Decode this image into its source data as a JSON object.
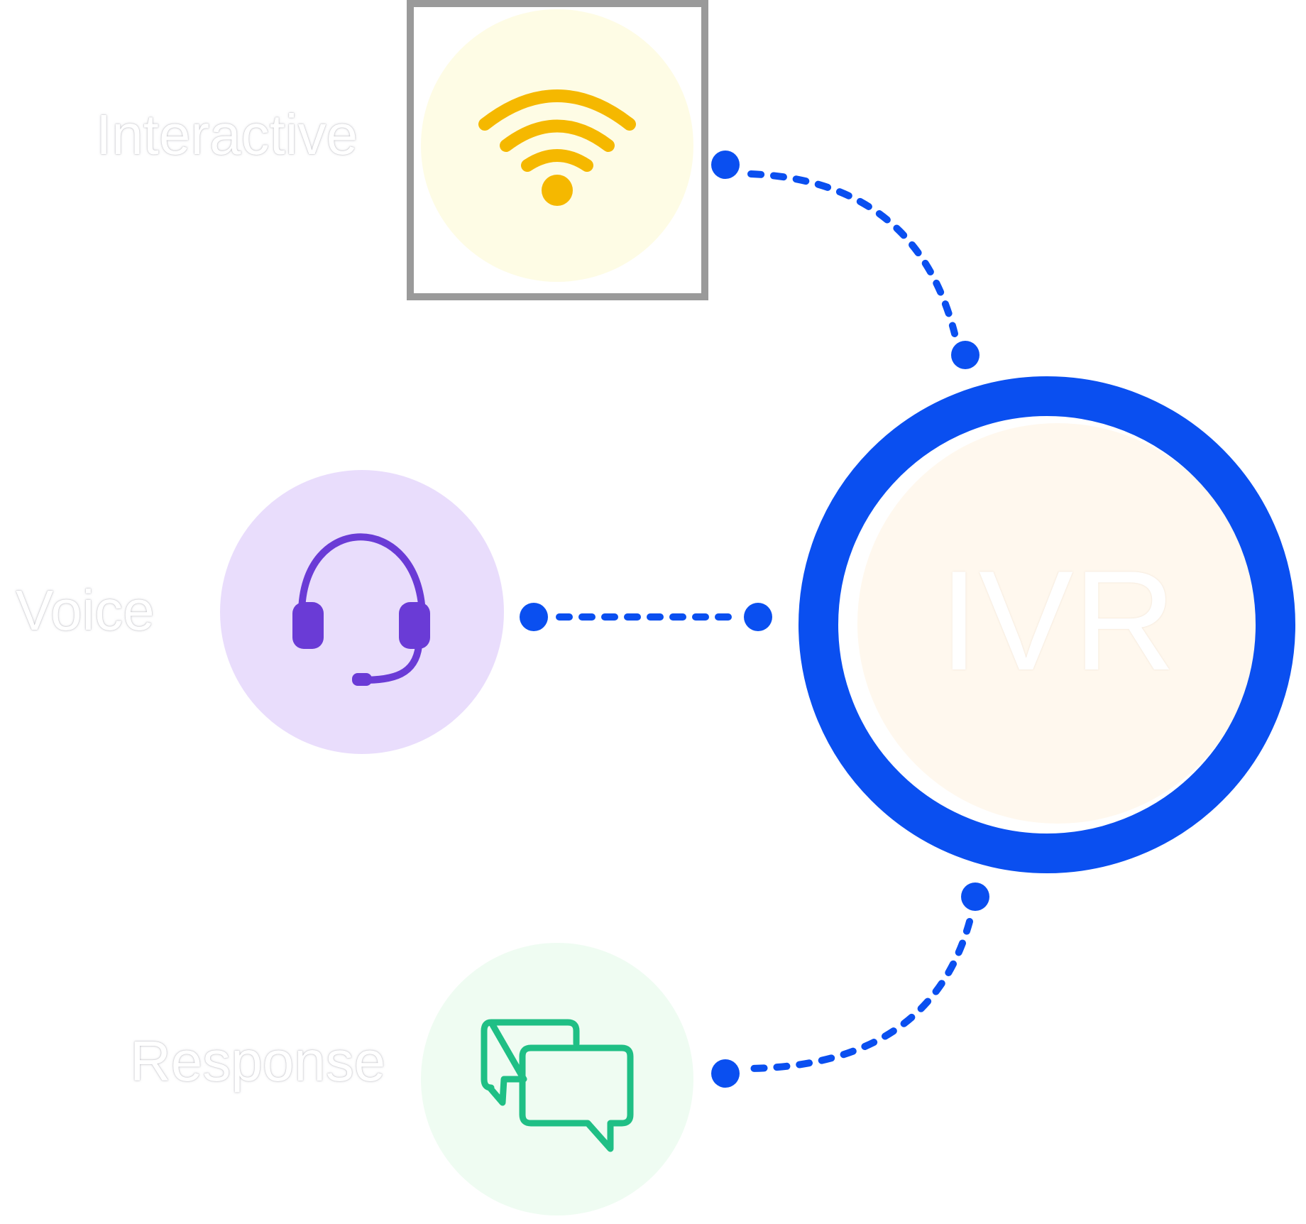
{
  "nodes": {
    "interactive": {
      "label": "Interactive",
      "icon": "wifi-icon",
      "icon_color": "#F5B800",
      "bg_color": "#FEFCE5"
    },
    "voice": {
      "label": "Voice",
      "icon": "headset-icon",
      "icon_color": "#6A3BD6",
      "bg_color": "#E9DDFC"
    },
    "response": {
      "label": "Response",
      "icon": "chat-bubbles-icon",
      "icon_color": "#1FBF85",
      "bg_color": "#EFFCF2"
    }
  },
  "hub": {
    "label": "IVR",
    "ring_color": "#0A4FF0",
    "fill_color": "#FFF8EE"
  },
  "connector_color": "#0A4FF0",
  "selection_frame_color": "#9A9A9A"
}
